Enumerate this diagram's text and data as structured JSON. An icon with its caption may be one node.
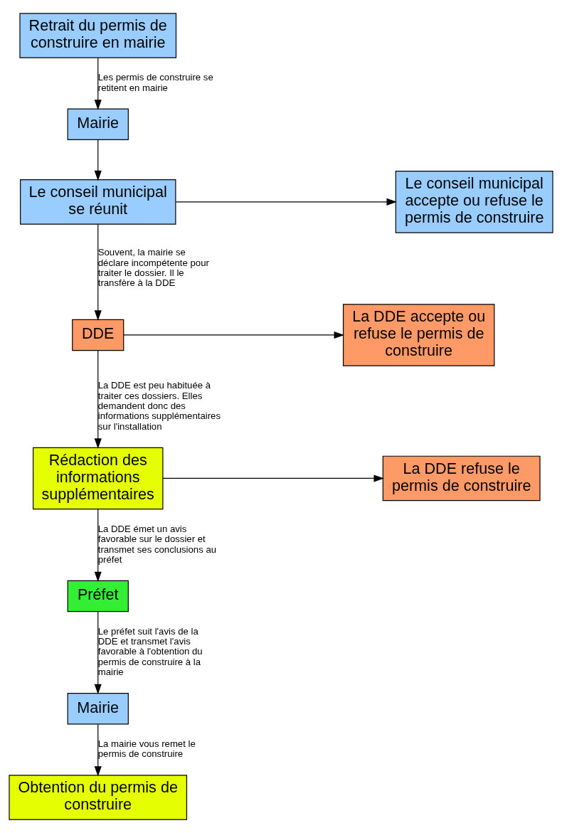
{
  "diagram": {
    "nodes": [
      {
        "text": [
          "Retrait du permis de construire en mairie"
        ]
      },
      {
        "text": [
          "Mairie"
        ]
      },
      {
        "text": [
          "Le conseil municipal se réunit"
        ]
      },
      {
        "text": [
          "Le conseil municipal accepte ou refuse le permis de construire"
        ]
      },
      {
        "text": [
          "DDE"
        ]
      },
      {
        "text": [
          "La DDE accepte ou refuse le permis de construire"
        ]
      },
      {
        "text": [
          "Rédaction des informations supplémentaires"
        ]
      },
      {
        "text": [
          "La DDE refuse le permis de construire"
        ]
      },
      {
        "text": [
          "Préfet"
        ]
      },
      {
        "text": [
          "Mairie"
        ]
      },
      {
        "text": [
          "Obtention du permis de construire"
        ]
      }
    ],
    "edges": [
      {
        "from": 0,
        "to": 1,
        "arrow": "to",
        "label": "Les permis de construire se retitent en mairie"
      },
      {
        "from": 1,
        "to": 2,
        "arrow": "to"
      },
      {
        "from": 2,
        "to": 3,
        "arrow": "to"
      },
      {
        "from": 2,
        "to": 4,
        "arrow": "to",
        "label": "Souvent, la mairie se déclare incompétente pour traiter le dossier. Il le transfère à la DDE"
      },
      {
        "from": 4,
        "to": 5,
        "arrow": "to"
      },
      {
        "from": 4,
        "to": 6,
        "arrow": "to",
        "label": "La DDE est peu habituée à traiter ces dossiers. Elles demandent donc des informations supplémentaires sur l'installation"
      },
      {
        "from": 6,
        "to": 7,
        "arrow": "to"
      },
      {
        "from": 6,
        "to": 8,
        "arrow": "to",
        "label": "La DDE émet un avis favorable sur le dossier et transmet ses conclusions au préfet"
      },
      {
        "from": 8,
        "to": 9,
        "arrow": "to",
        "label": "Le préfet suit l'avis de la DDE et transmet l'avis favorable à l'obtention du permis de construire à la mairie"
      },
      {
        "from": 9,
        "to": 10,
        "arrow": "to",
        "label": "La mairie vous remet le permis de construire"
      }
    ]
  }
}
